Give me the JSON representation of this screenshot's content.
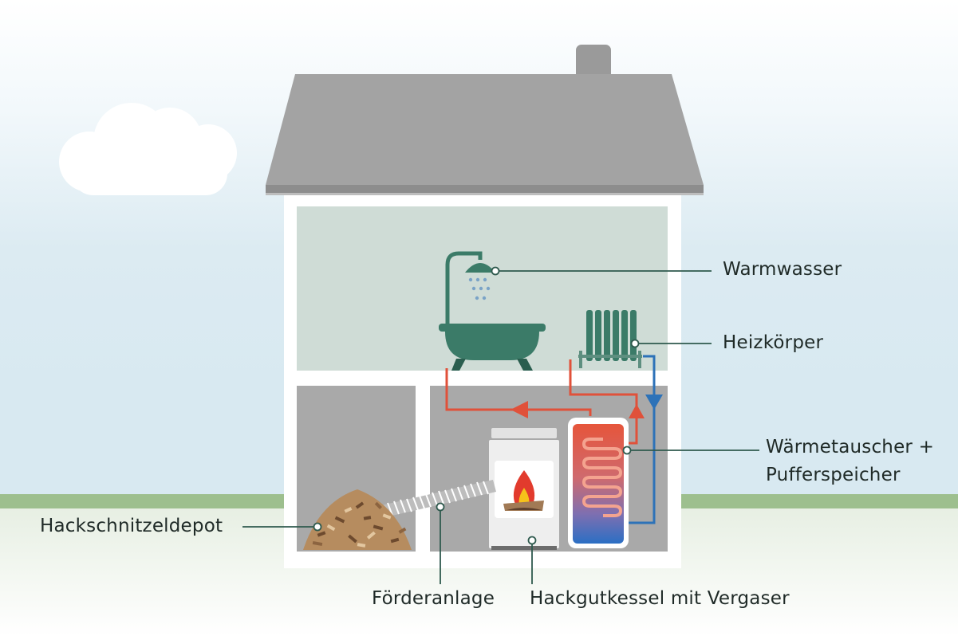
{
  "labels": {
    "warmwasser": "Warmwasser",
    "heizkoerper": "Heizkörper",
    "waermetauscher_line1": "Wärmetauscher +",
    "waermetauscher_line2": "Pufferspeicher",
    "hackschnitzeldepot": "Hackschnitzeldepot",
    "foerderanlage": "Förderanlage",
    "hackgutkessel": "Hackgutkessel mit Vergaser"
  },
  "colors": {
    "sky": "#dcebf2",
    "grass": "#9dbf8e",
    "roof": "#a3a3a3",
    "house_wall": "#ffffff",
    "upper_room": "#cfdcd6",
    "lower_room": "#a9a9a9",
    "fixture_green": "#3b7b68",
    "leader_line": "#2f5a4e",
    "hot_pipe": "#e0513a",
    "cold_pipe": "#2d72b8"
  }
}
